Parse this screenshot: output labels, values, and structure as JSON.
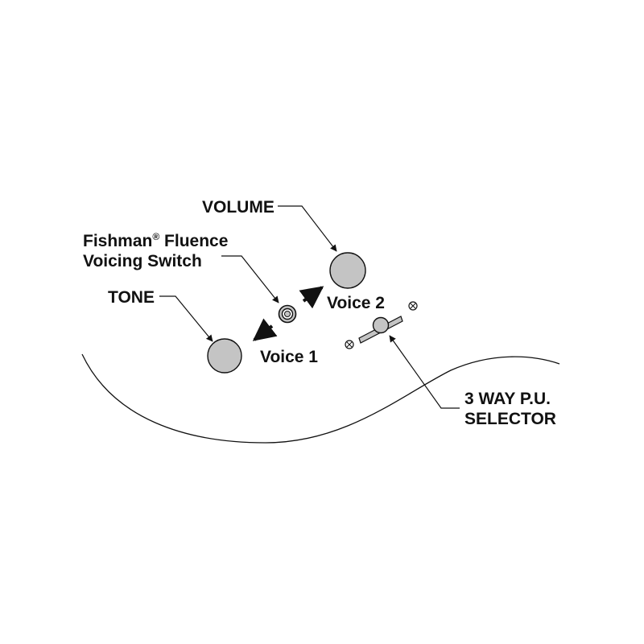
{
  "labels": {
    "volume": "VOLUME",
    "fishman_line1": "Fishman",
    "fishman_reg": "®",
    "fishman_line1b": " Fluence",
    "fishman_line2": "Voicing Switch",
    "tone": "TONE",
    "voice1": "Voice 1",
    "voice2": "Voice 2",
    "selector_line1": "3 WAY P.U.",
    "selector_line2": "SELECTOR"
  },
  "colors": {
    "ink": "#111111",
    "knob_fill": "#c4c4c4",
    "background": "#ffffff"
  }
}
